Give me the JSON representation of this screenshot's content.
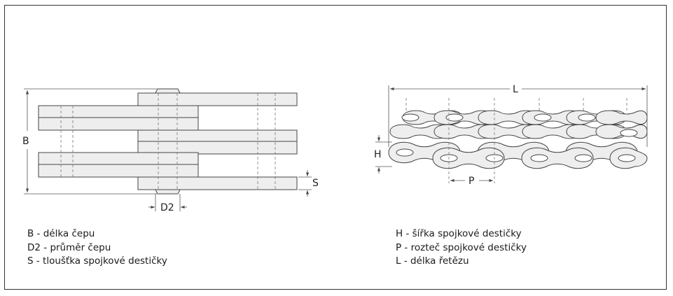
{
  "dimensions": {
    "b": "B",
    "d2": "D2",
    "s": "S",
    "h": "H",
    "p": "P",
    "l": "L"
  },
  "legend_left": [
    "B - délka čepu",
    "D2 - průměr čepu",
    "S - tloušťka spojkové destičky"
  ],
  "legend_right": [
    "H - šířka spojkové destičky",
    "P - rozteč spojkové destičky",
    "L - délka řetězu"
  ],
  "colors": {
    "plate_fill": "#eeeeee",
    "stroke": "#444444",
    "dim_line": "#555555",
    "frame": "#333333"
  }
}
